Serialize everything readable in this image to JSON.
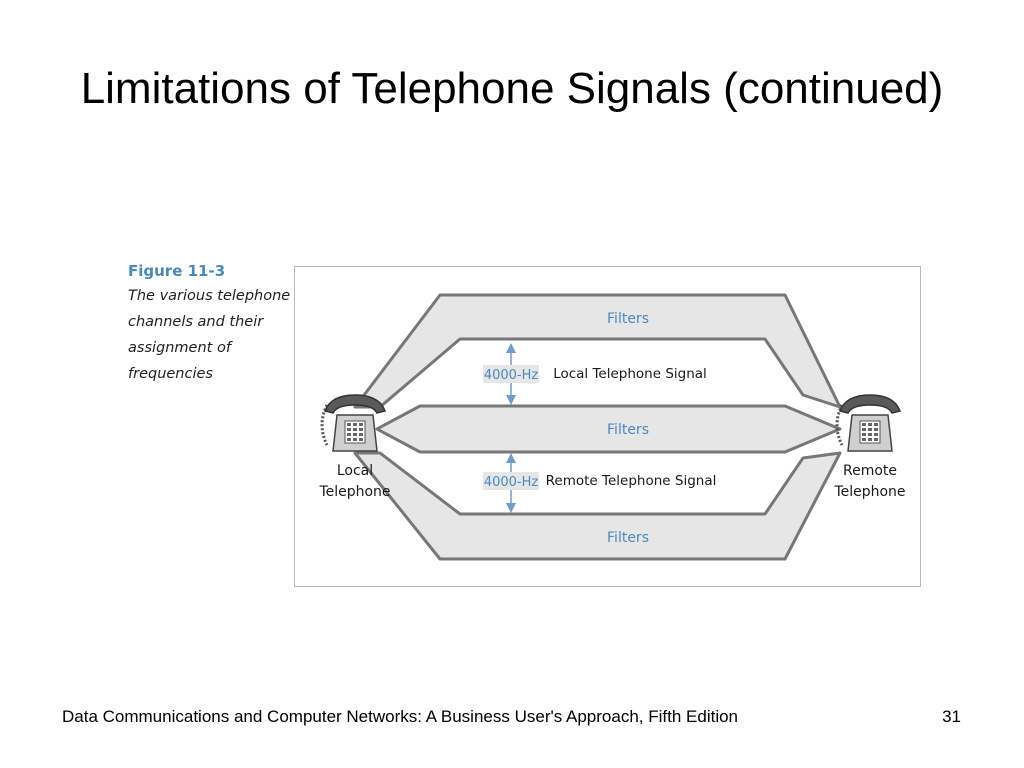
{
  "slide": {
    "title": "Limitations of Telephone Signals (continued)"
  },
  "figure": {
    "number": "Figure 11-3",
    "caption_lines": [
      "The various telephone",
      "channels and their",
      "assignment of",
      "frequencies"
    ]
  },
  "diagram": {
    "filter_labels": [
      "Filters",
      "Filters",
      "Filters"
    ],
    "bandwidth_labels": [
      "4000-Hz",
      "4000-Hz"
    ],
    "signal_labels": [
      "Local Telephone Signal",
      "Remote Telephone Signal"
    ],
    "local_phone": {
      "line1": "Local",
      "line2": "Telephone",
      "icon": "telephone-icon"
    },
    "remote_phone": {
      "line1": "Remote",
      "line2": "Telephone",
      "icon": "telephone-icon"
    },
    "colors": {
      "band_fill": "#e6e6e6",
      "band_stroke": "#777777",
      "filter_text": "#4a88c0",
      "arrow": "#6f9ccc"
    }
  },
  "footer": {
    "text": "Data Communications and Computer Networks: A Business User's Approach, Fifth Edition",
    "page_number": "31"
  }
}
